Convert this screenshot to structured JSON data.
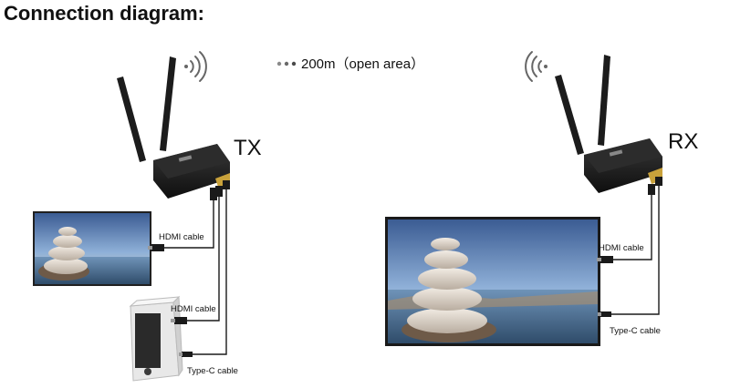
{
  "title": "Connection diagram:",
  "distance": "200m（open area）",
  "tx": {
    "label": "TX"
  },
  "rx": {
    "label": "RX"
  },
  "tx_cables": {
    "hdmi_display": "HDMI cable",
    "hdmi_source": "HDMI cable",
    "typec": "Type-C cable"
  },
  "rx_cables": {
    "hdmi": "HDMI cable",
    "typec": "Type-C cable"
  },
  "colors": {
    "device": "#1b1b1b",
    "cable": "#1a1a1a",
    "sky": "#6f8fbf",
    "sea": "#557ea8",
    "pc": "#f1f1f1"
  }
}
